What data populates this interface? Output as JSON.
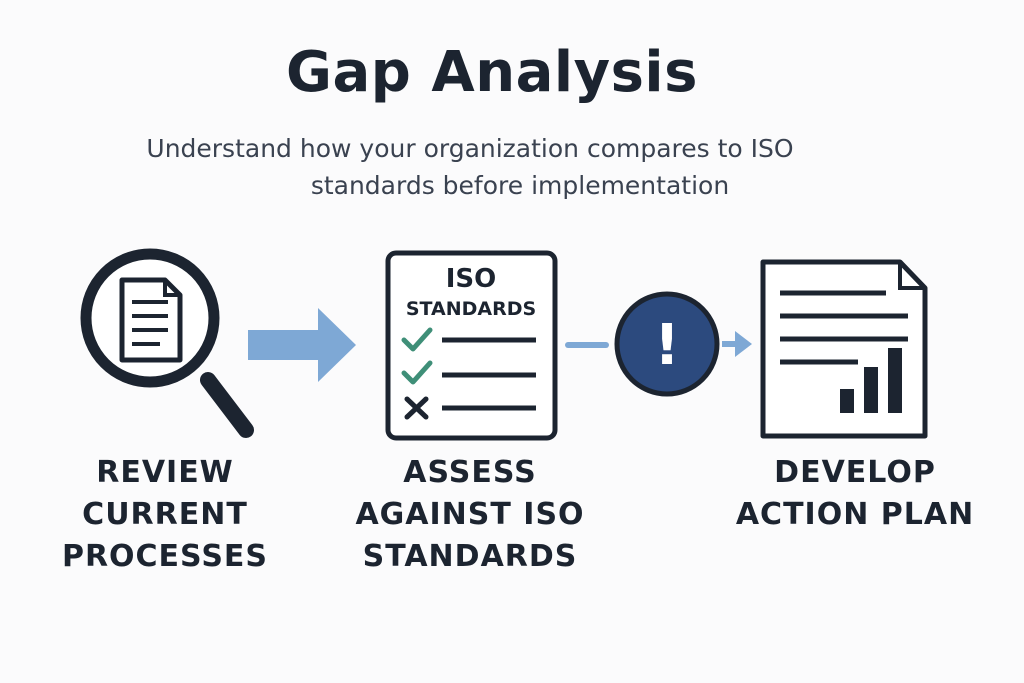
{
  "title": "Gap Analysis",
  "subtitle": [
    "Understand how your organization compares to ISO",
    "standards before implementation"
  ],
  "steps": [
    {
      "icon": "magnifying-glass-document-icon",
      "label": [
        "REVIEW",
        "CURRENT",
        "PROCESSES"
      ]
    },
    {
      "icon": "iso-checklist-icon",
      "card_title": [
        "ISO",
        "STANDARDS"
      ],
      "checklist_marks": [
        "check",
        "check",
        "cross"
      ],
      "label": [
        "ASSESS",
        "AGAINST ISO",
        "STANDARDS"
      ]
    },
    {
      "icon": "report-chart-icon",
      "label": [
        "DEVELOP",
        "ACTION PLAN"
      ]
    }
  ],
  "gap_icon": "exclamation-circle-icon",
  "gap_symbol": "!",
  "colors": {
    "arrow": "#7ea8d5",
    "check": "#3f8f78",
    "alert_fill": "#2c4a7e",
    "ink": "#1c2430"
  }
}
